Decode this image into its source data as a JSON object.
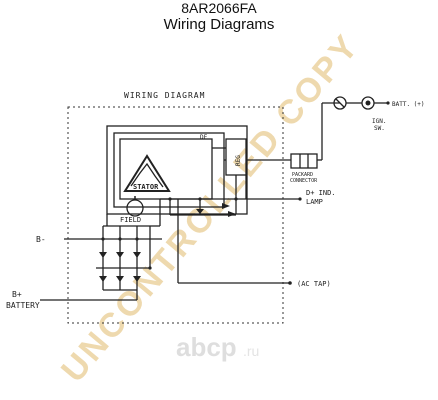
{
  "header": {
    "part_number": "8AR2066FA",
    "subtitle": "Wiring Diagrams"
  },
  "diagram": {
    "title": "WIRING DIAGRAM",
    "labels": {
      "df": "DF",
      "reg": "REG",
      "stator": "STATOR",
      "field": "FIELD",
      "packard_1": "PACKARD",
      "packard_2": "CONNECTOR",
      "batt": "BATT. (+)",
      "ign_1": "IGN.",
      "ign_2": "SW.",
      "d_plus_1": "D+ IND.",
      "d_plus_2": "LAMP",
      "b_minus": "B-",
      "ac_tap": "(AC TAP)",
      "b_plus_1": "B+",
      "b_plus_2": "BATTERY"
    }
  },
  "watermark": {
    "text": "UNCONTROLLED COPY",
    "color": "#e8c98a"
  },
  "logo": {
    "text": "abcp",
    "suffix": ".ru",
    "color": "#e6e6e6"
  }
}
